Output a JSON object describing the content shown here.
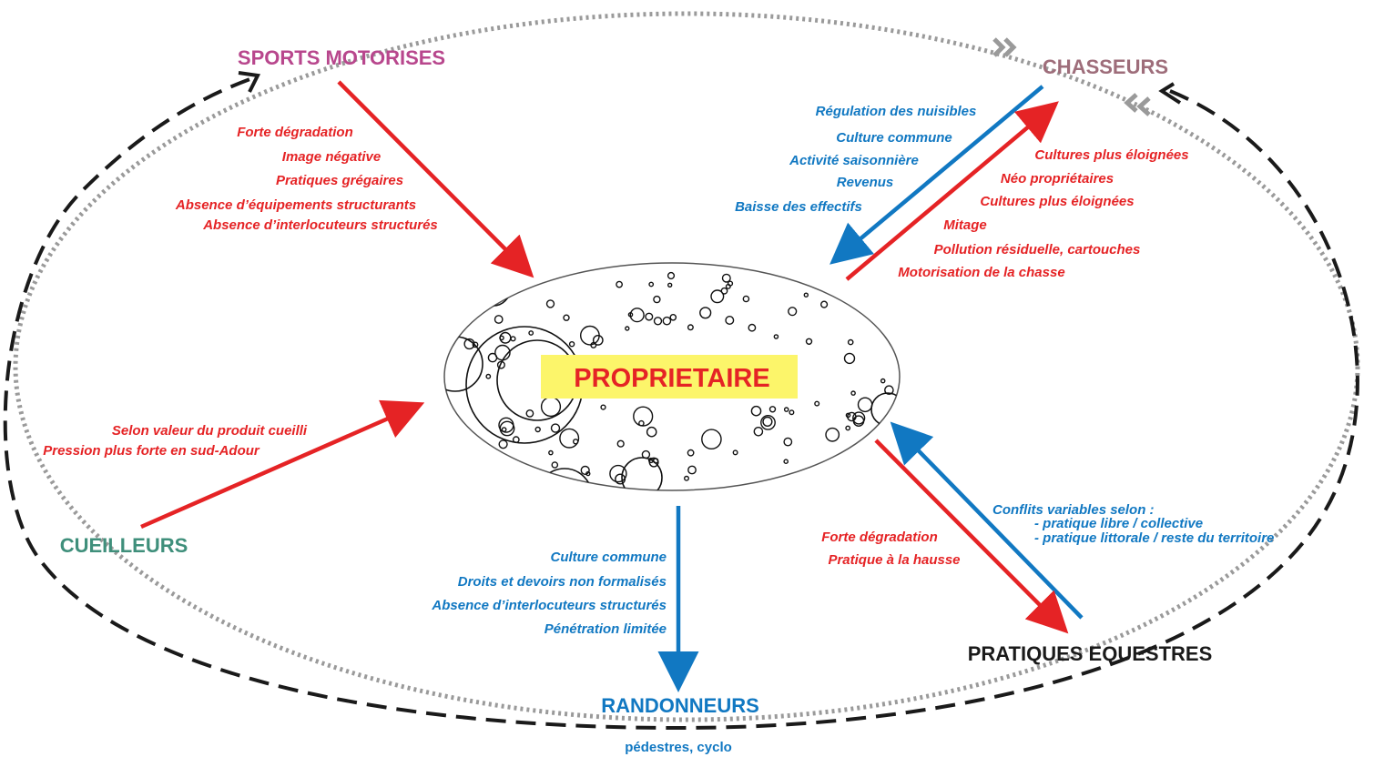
{
  "colors": {
    "red": "#e52325",
    "blue": "#1178c2",
    "gray_dots": "#9a9a9a",
    "dash": "#1a1a1a",
    "magenta": "#b8478d",
    "mauve": "#9e6d7a",
    "teal": "#3f8f7b",
    "center_bg": "#fcf56a",
    "center_text": "#e52325"
  },
  "center": {
    "label": "PROPRIETAIRE"
  },
  "actors": {
    "sports": "SPORTS MOTORISES",
    "chasseurs": "CHASSEURS",
    "cueilleurs": "CUEILLEURS",
    "randonneurs": "RANDONNEURS",
    "randonneurs_sub": "pédestres, cyclo",
    "equestres": "PRATIQUES EQUESTRES"
  },
  "notes": {
    "sports": [
      "Forte dégradation",
      "Image négative",
      "Pratiques grégaires",
      "Absence d’équipements structurants",
      "Absence d’interlocuteurs structurés"
    ],
    "chasseurs_blue": [
      "Régulation des nuisibles",
      "Culture commune",
      "Activité saisonnière",
      "Revenus",
      "Baisse des effectifs"
    ],
    "chasseurs_red": [
      "Cultures plus éloignées",
      "Néo propriétaires",
      "Cultures plus éloignées",
      "Mitage",
      "Pollution résiduelle, cartouches",
      "Motorisation de la chasse"
    ],
    "cueilleurs": [
      "Selon valeur du produit cueilli",
      "Pression plus forte en sud-Adour"
    ],
    "randonneurs": [
      "Culture commune",
      "Droits et devoirs non formalisés",
      "Absence d’interlocuteurs structurés",
      "Pénétration limitée"
    ],
    "equestres_blue": [
      "Conflits variables selon :",
      "- pratique libre / collective",
      "- pratique littorale / reste du territoire"
    ],
    "equestres_red": [
      "Forte dégradation",
      "Pratique à la hausse"
    ]
  }
}
